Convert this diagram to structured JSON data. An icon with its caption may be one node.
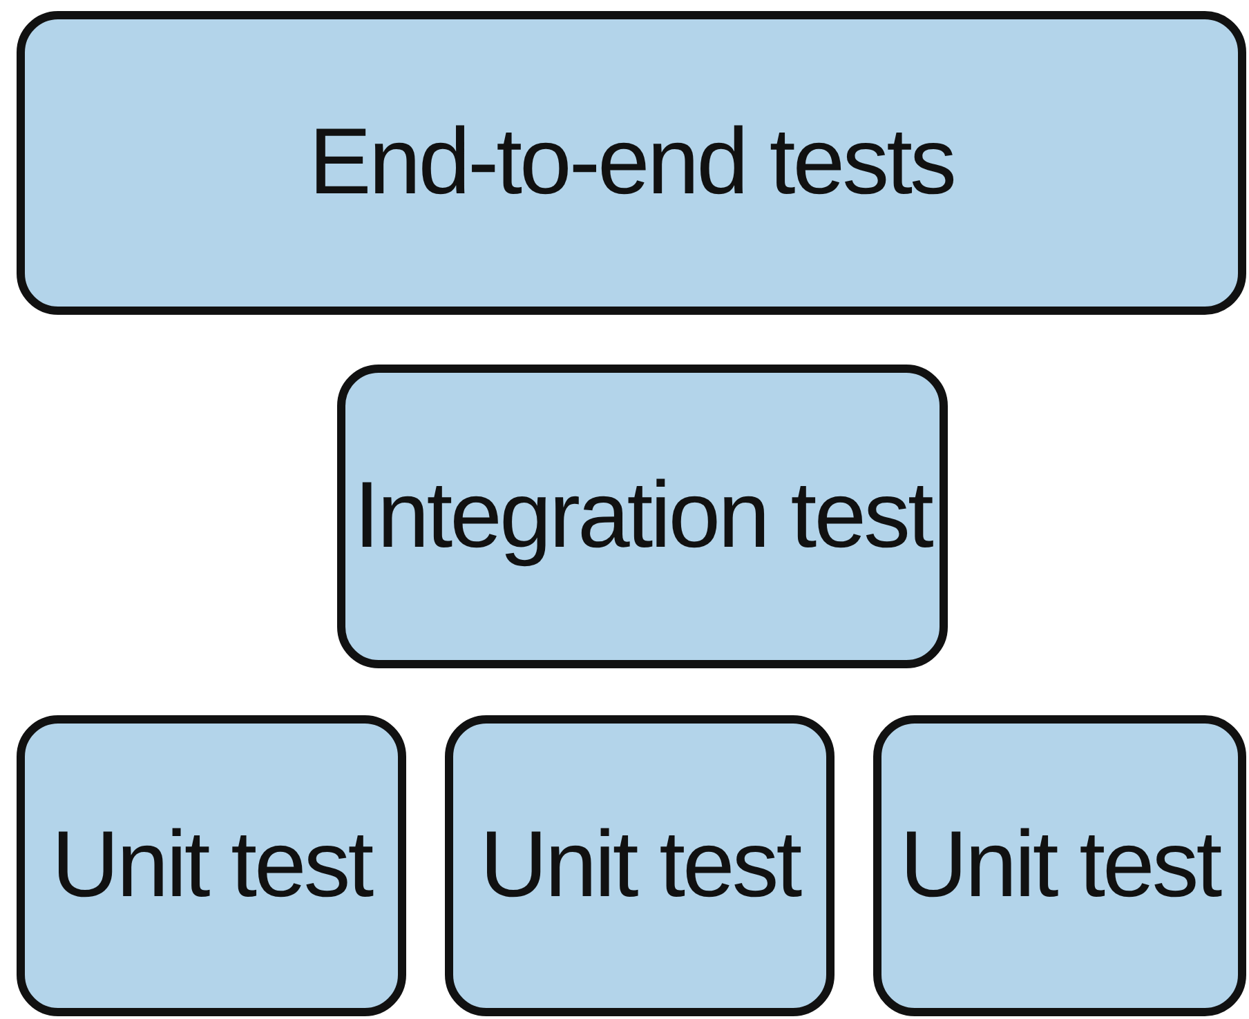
{
  "diagram": {
    "nodes": [
      {
        "text": [
          "End-to-end tests"
        ]
      },
      {
        "text": [
          "Integration test"
        ]
      },
      {
        "text": [
          "Unit test"
        ]
      },
      {
        "text": [
          "Unit test"
        ]
      },
      {
        "text": [
          "Unit test"
        ]
      }
    ]
  }
}
